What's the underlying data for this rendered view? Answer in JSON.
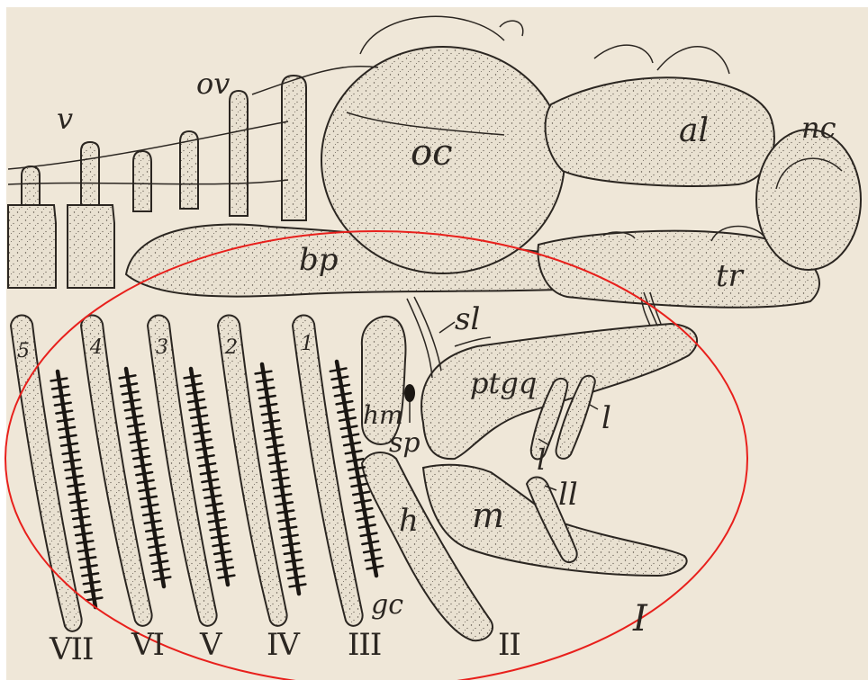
{
  "figure": {
    "paper_color": "#efe7d8",
    "ink_color": "#2b2621",
    "highlight_color": "#e8201c",
    "labels": {
      "v": "v",
      "ov": "ov",
      "oc": "oc",
      "al": "al",
      "nc": "nc",
      "bp": "bp",
      "tr": "tr",
      "sl": "sl",
      "ptgq": "ptgq",
      "hm": "hm",
      "sp": "sp",
      "l_upper": "l",
      "l_lower": "l",
      "ll": "ll",
      "h": "h",
      "m": "m",
      "gc": "gc"
    },
    "arch_numbers": [
      "5",
      "4",
      "3",
      "2",
      "1"
    ],
    "roman_numerals": [
      "VII",
      "VI",
      "V",
      "IV",
      "III",
      "II",
      "I"
    ]
  }
}
